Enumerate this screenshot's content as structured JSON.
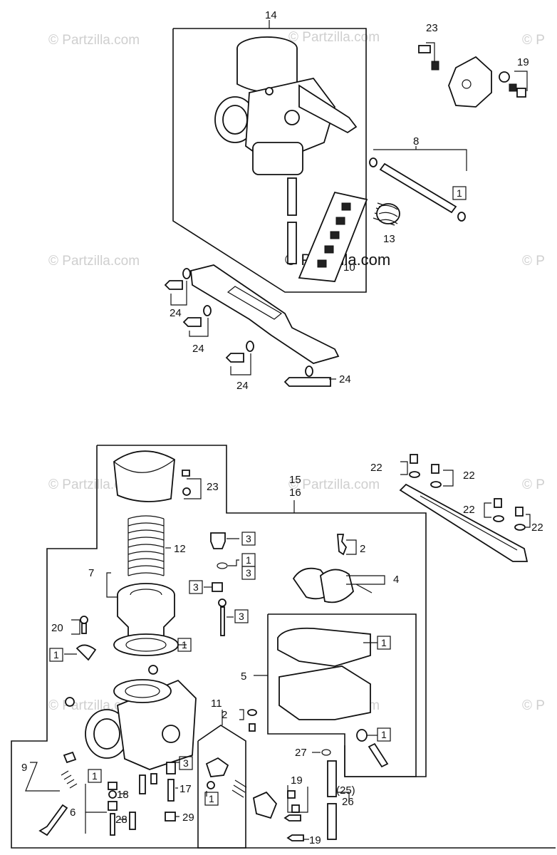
{
  "watermark": {
    "text": "© Partzilla.com",
    "center_text": "© Partzilla.com",
    "edge_text": "© P"
  },
  "labels": {
    "l14": "14",
    "l23a": "23",
    "l19a": "19",
    "l8": "8",
    "l1a": "1",
    "l13": "13",
    "l10": "10",
    "l24a": "24",
    "l24b": "24",
    "l24c": "24",
    "l24d": "24",
    "l15": "15",
    "l16": "16",
    "l22a": "22",
    "l22b": "22",
    "l22c": "22",
    "l22d": "22",
    "l23b": "23",
    "l12": "12",
    "l3a": "3",
    "l1b": "1",
    "l3b": "3",
    "l2a": "2",
    "l3c": "3",
    "l4": "4",
    "l7": "7",
    "l3d": "3",
    "l20": "20",
    "l1c": "1",
    "l1d": "1",
    "l5": "5",
    "l1e": "1",
    "l11": "11",
    "l2b": "2",
    "l1f": "1",
    "l27": "27",
    "l9": "9",
    "l3e": "3",
    "l1g": "1",
    "l18": "18",
    "l17": "17",
    "l6": "6",
    "l28": "28",
    "l29": "29",
    "l1h": "1",
    "l19b": "19",
    "l25": "(25)",
    "l26": "26",
    "l19c": "19"
  }
}
